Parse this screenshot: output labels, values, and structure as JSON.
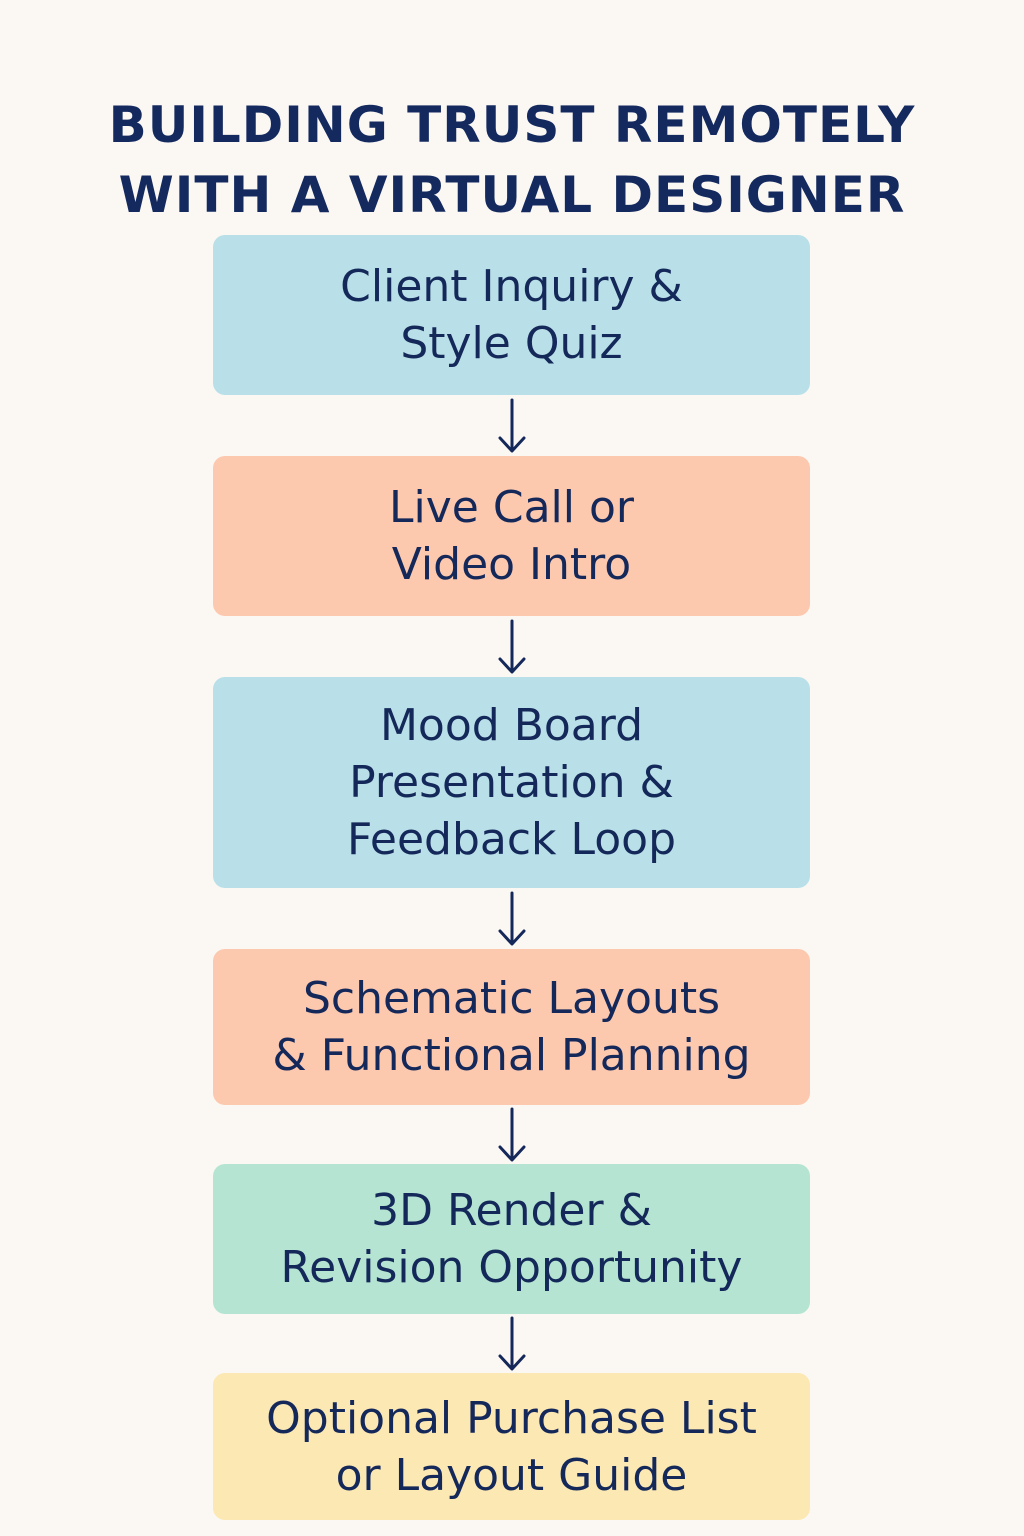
{
  "title": {
    "line1": "BUILDING TRUST REMOTELY",
    "line2": "WITH A VIRTUAL DESIGNER"
  },
  "colors": {
    "background": "#fbf8f4",
    "text": "#14285a",
    "blue": "#b9e0e8",
    "peach": "#fcc8ae",
    "green": "#b5e5d2",
    "yellow": "#fce8b3"
  },
  "steps": [
    {
      "line1": "Client Inquiry &",
      "line2": "Style Quiz",
      "color": "blue"
    },
    {
      "line1": "Live Call or",
      "line2": "Video Intro",
      "color": "peach"
    },
    {
      "line1": "Mood Board",
      "line2": "Presentation &",
      "line3": "Feedback Loop",
      "color": "blue"
    },
    {
      "line1": "Schematic Layouts",
      "line2": "& Functional Planning",
      "color": "peach"
    },
    {
      "line1": "3D Render &",
      "line2": "Revision Opportunity",
      "color": "green"
    },
    {
      "line1": "Optional Purchase List",
      "line2": "or Layout Guide",
      "color": "yellow"
    }
  ]
}
